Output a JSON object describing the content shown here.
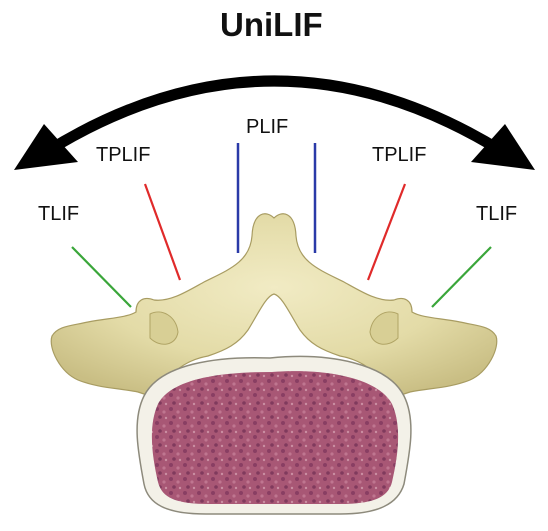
{
  "title": "UniLIF",
  "approaches": {
    "tlif_left": "TLIF",
    "tplif_left": "TPLIF",
    "plif": "PLIF",
    "tplif_right": "TPLIF",
    "tlif_right": "TLIF"
  },
  "colors": {
    "tlif": "#3aa63a",
    "tplif": "#e02a2a",
    "plif": "#2a3aa8",
    "arrow": "#000000",
    "bone": "#e6dfae",
    "disc_tissue": "#9a4a6a"
  }
}
